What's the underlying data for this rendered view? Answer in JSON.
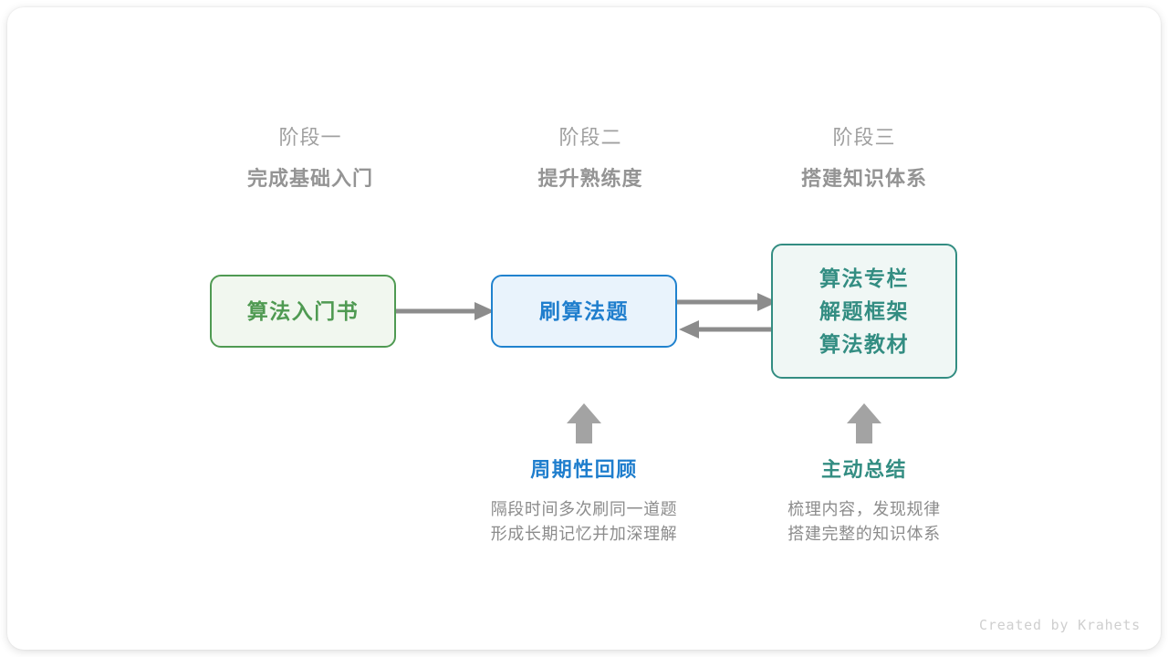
{
  "canvas": {
    "background": "#ffffff",
    "card_background": "#ffffff"
  },
  "colors": {
    "green": "#4f9a52",
    "green_fill": "#f1f7ef",
    "blue": "#1f7ecd",
    "blue_fill": "#e9f3fc",
    "teal": "#338d82",
    "teal_fill": "#f0f7f5",
    "arrow_gray": "#8c8c8c",
    "heading_gray": "#a0a0a0",
    "heading_bold_gray": "#949494",
    "credit_gray": "#cfcfcf"
  },
  "stages": [
    {
      "sub": "阶段一",
      "title": "完成基础入门"
    },
    {
      "sub": "阶段二",
      "title": "提升熟练度"
    },
    {
      "sub": "阶段三",
      "title": "搭建知识体系"
    }
  ],
  "nodes": {
    "book": {
      "lines": [
        "算法入门书"
      ]
    },
    "practice": {
      "lines": [
        "刷算法题"
      ]
    },
    "resources": {
      "lines": [
        "算法专栏",
        "解题框架",
        "算法教材"
      ]
    }
  },
  "tips": [
    {
      "title": "周期性回顾",
      "desc_lines": [
        "隔段时间多次刷同一道题",
        "形成长期记忆并加深理解"
      ]
    },
    {
      "title": "主动总结",
      "desc_lines": [
        "梳理内容，发现规律",
        "搭建完整的知识体系"
      ]
    }
  ],
  "credit": "Created by Krahets"
}
